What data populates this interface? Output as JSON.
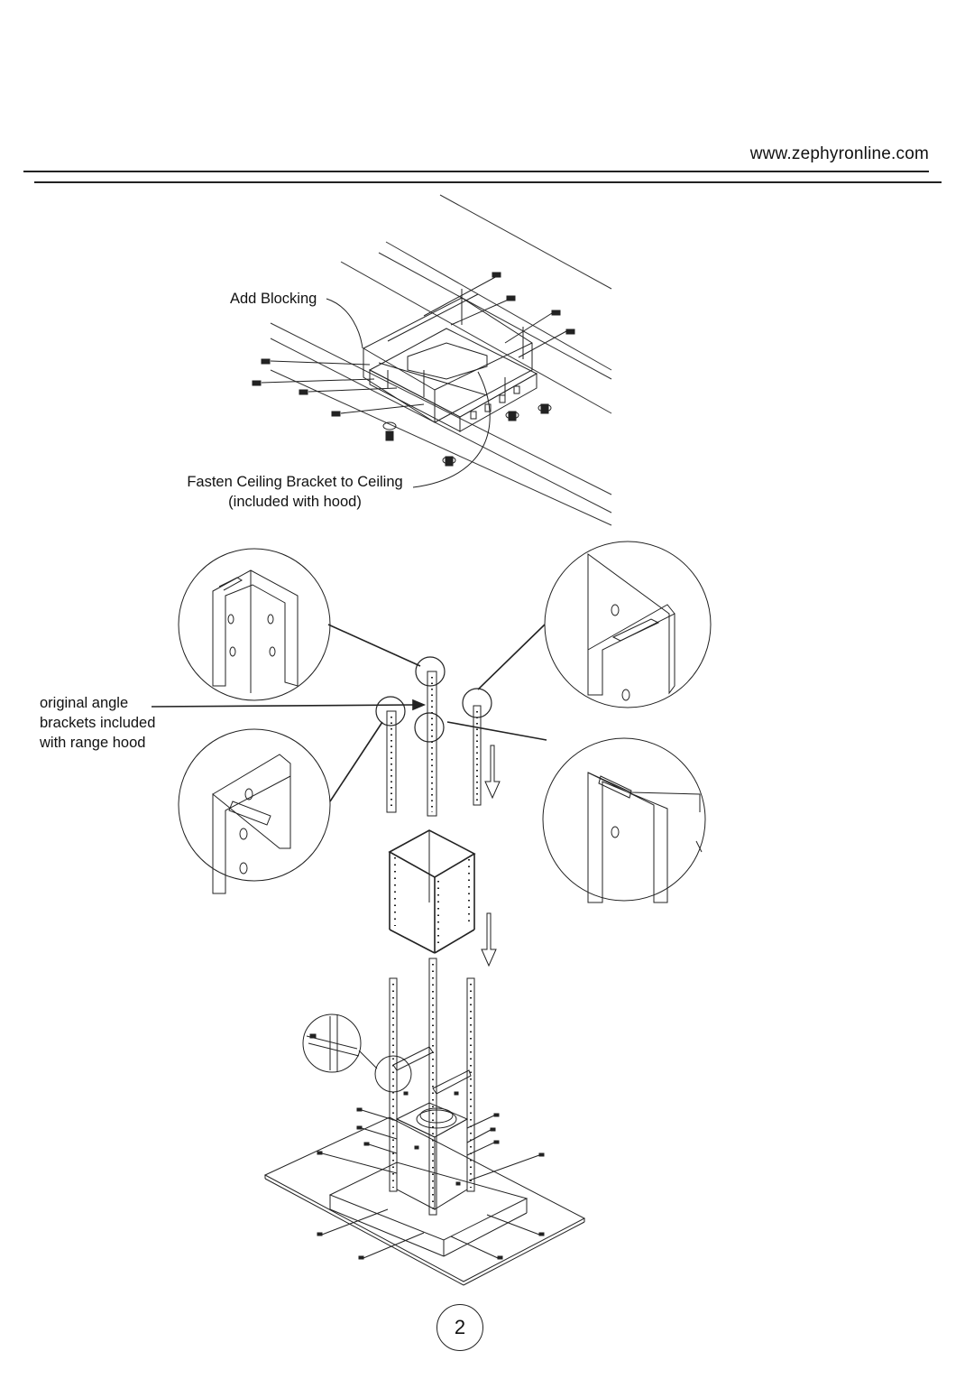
{
  "header": {
    "website": "www.zephyronline.com"
  },
  "callouts": {
    "add_blocking": "Add Blocking",
    "fasten_bracket": "Fasten Ceiling Bracket to Ceiling",
    "included_with_hood": "(included with hood)",
    "original_brackets_line1": "original angle",
    "original_brackets_line2": "brackets included",
    "original_brackets_line3": "with range hood"
  },
  "footer": {
    "page_number": "2"
  },
  "colors": {
    "line": "#222222",
    "paper": "#ffffff"
  }
}
